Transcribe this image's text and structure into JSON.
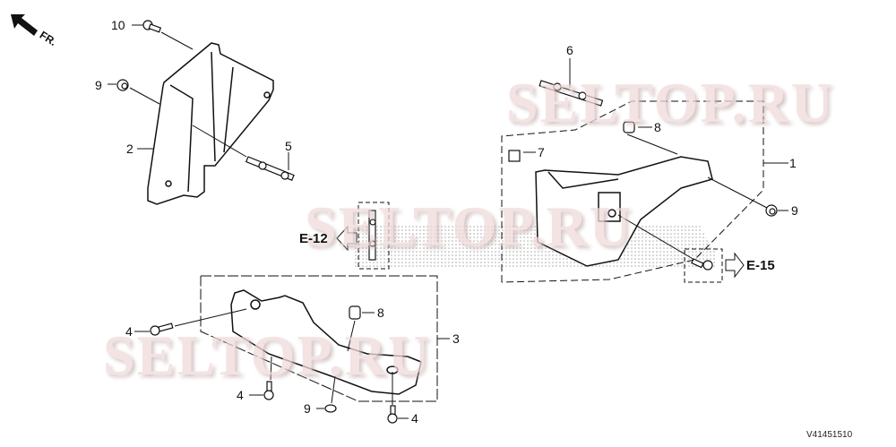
{
  "diagram": {
    "orientation_label": "FR.",
    "drawing_code": "V41451510",
    "watermarks": [
      "SELTOP.RU",
      "SELTOP.RU",
      "SELTOP.RU"
    ],
    "references": [
      {
        "label": "E-12",
        "direction": "left"
      },
      {
        "label": "E-15",
        "direction": "right"
      }
    ],
    "callouts": {
      "c10": "10",
      "c9a": "9",
      "c2": "2",
      "c5": "5",
      "c6": "6",
      "c8a": "8",
      "c7": "7",
      "c1": "1",
      "c9b": "9",
      "c4a": "4",
      "c8b": "8",
      "c3": "3",
      "c4b": "4",
      "c9c": "9",
      "c4c": "4"
    },
    "colors": {
      "line": "#111111",
      "watermark": "#f0dada",
      "screen_dots": "#9a9a9a"
    }
  }
}
